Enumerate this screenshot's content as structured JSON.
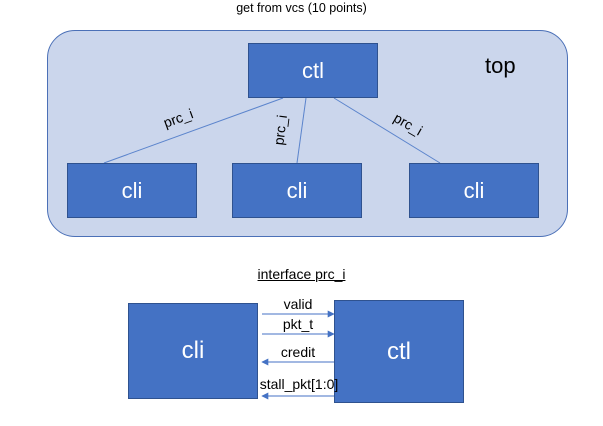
{
  "caption": "get from vcs (10 points)",
  "top_diagram": {
    "container_label": "top",
    "controller_label": "ctl",
    "clients": [
      "cli",
      "cli",
      "cli"
    ],
    "edge_labels": [
      "prc_i",
      "prc_i",
      "prc_i"
    ]
  },
  "interface_diagram": {
    "title": "interface prc_i",
    "left_block": "cli",
    "right_block": "ctl",
    "signals": [
      "valid",
      "pkt_t",
      "credit",
      "stall_pkt[1:0]"
    ]
  },
  "colors": {
    "block_fill": "#4472c4",
    "block_border": "#2f528f",
    "container_fill": "#cbd6ec",
    "arrow": "#4472c4"
  }
}
